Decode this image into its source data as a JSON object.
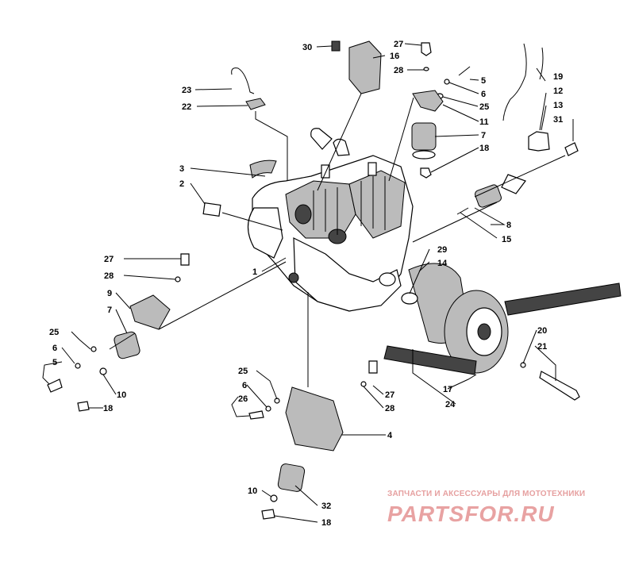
{
  "labels": {
    "n30": "30",
    "n16": "16",
    "n23": "23",
    "n22": "22",
    "n27a": "27",
    "n28a": "28",
    "n5a": "5",
    "n6a": "6",
    "n25a": "25",
    "n11": "11",
    "n7a": "7",
    "n18a": "18",
    "n19": "19",
    "n12": "12",
    "n13": "13",
    "n31": "31",
    "n3": "3",
    "n2": "2",
    "n8": "8",
    "n15": "15",
    "n29": "29",
    "n14": "14",
    "n27b": "27",
    "n28b": "28",
    "n1": "1",
    "n9": "9",
    "n7b": "7",
    "n25b": "25",
    "n6b": "6",
    "n5b": "5",
    "n10a": "10",
    "n18b": "18",
    "n20": "20",
    "n21": "21",
    "n17": "17",
    "n24": "24",
    "n25c": "25",
    "n6c": "6",
    "n26": "26",
    "n27c": "27",
    "n28c": "28",
    "n4": "4",
    "n10b": "10",
    "n32": "32",
    "n18c": "18"
  },
  "watermark": {
    "tagline": "ЗАПЧАСТИ И АКСЕССУАРЫ ДЛЯ МОТОТЕХНИКИ",
    "logo": "PARTSFOR.RU"
  }
}
